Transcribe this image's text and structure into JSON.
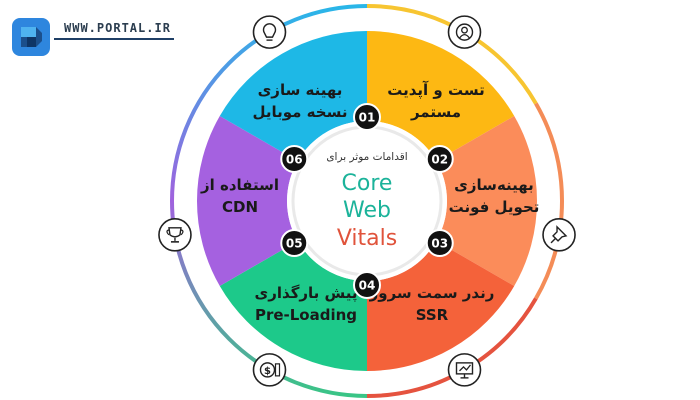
{
  "header": {
    "url": "WWW.PORTAL.IR"
  },
  "center": {
    "subtitle": "اقدامات موثر برای",
    "line1": "Core",
    "line2": "Web",
    "line3": "Vitals"
  },
  "colors": {
    "yellow": "#FDB813",
    "orange": "#FB8C5A",
    "red": "#F4623A",
    "green": "#1DC98A",
    "purple": "#A561E0",
    "cyan": "#1EB8E6",
    "center_teal": "#1BB39A",
    "center_red": "#E0533B",
    "ring_gradient": [
      "#F7C531",
      "#F48C57",
      "#E5533F",
      "#39C586",
      "#A062DE",
      "#29B6E8"
    ]
  },
  "segments": [
    {
      "number": "01",
      "line1": "تست و آپدیت",
      "line2": "مستمر",
      "color": "yellow",
      "icon": "lightbulb-icon"
    },
    {
      "number": "02",
      "line1": "بهینه‌سازی",
      "line2": "تحویل فونت",
      "color": "orange",
      "icon": "pin-icon"
    },
    {
      "number": "03",
      "line1": "رندر سمت سرور",
      "line2": "SSR",
      "color": "red",
      "icon": "chart-monitor-icon"
    },
    {
      "number": "04",
      "line1": "پیش بارگذاری",
      "line2": "Pre-Loading",
      "color": "green",
      "icon": "money-icon"
    },
    {
      "number": "05",
      "line1": "استفاده از",
      "line2": "CDN",
      "color": "purple",
      "icon": "trophy-icon"
    },
    {
      "number": "06",
      "line1": "بهینه سازی",
      "line2": "نسخه موبایل",
      "color": "cyan",
      "icon": "person-icon"
    }
  ]
}
